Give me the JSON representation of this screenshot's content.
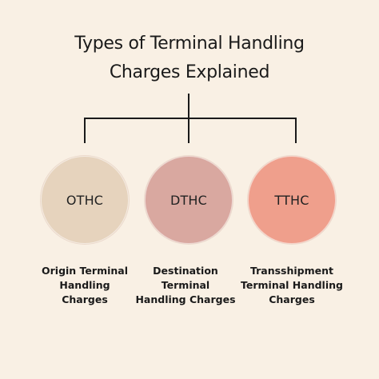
{
  "title": {
    "line1": "Types of Terminal Handling",
    "line2": "Charges Explained"
  },
  "colors": {
    "background": "#f9f0e4",
    "line": "#1a1a1a",
    "othc": "#e6d3bd",
    "dthc": "#d9a8a0",
    "tthc": "#ef9f8c"
  },
  "nodes": [
    {
      "abbr": "OTHC",
      "name_lines": [
        "Origin Terminal",
        "Handling",
        "Charges"
      ]
    },
    {
      "abbr": "DTHC",
      "name_lines": [
        "Destination",
        "Terminal",
        "Handling Charges"
      ]
    },
    {
      "abbr": "TTHC",
      "name_lines": [
        "Transshipment",
        "Terminal Handling",
        "Charges"
      ]
    }
  ]
}
